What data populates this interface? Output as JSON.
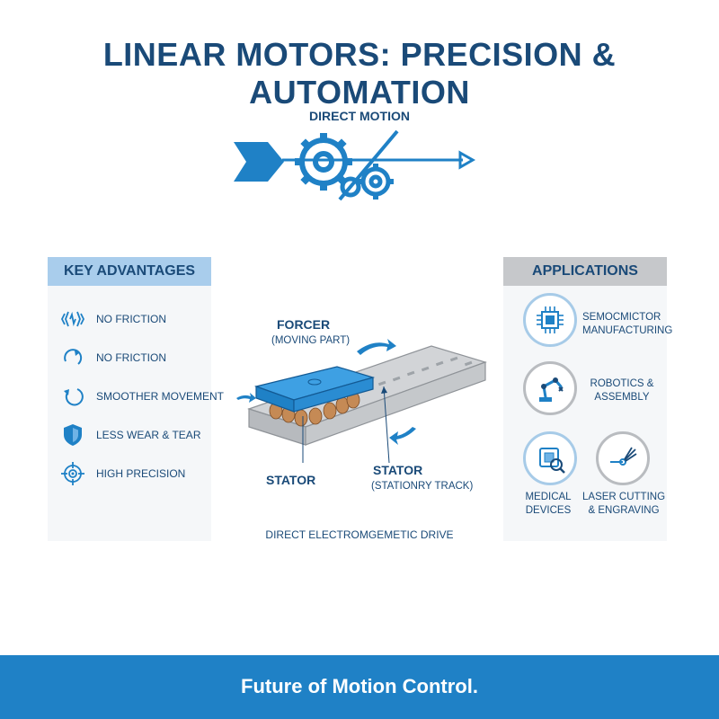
{
  "title": "LINEAR MOTORS: PRECISION & AUTOMATION",
  "hero": {
    "label": "DIRECT MOTION"
  },
  "advantages": {
    "heading": "KEY ADVANTAGES",
    "items": [
      {
        "label": "NO FRICTION",
        "icon": "vibration-icon"
      },
      {
        "label": "NO FRICTION",
        "icon": "refresh-arrow-icon"
      },
      {
        "label": "SMOOTHER MOVEMENT",
        "icon": "return-arrow-icon"
      },
      {
        "label": "LESS WEAR & TEAR",
        "icon": "shield-icon"
      },
      {
        "label": "HIGH PRECISION",
        "icon": "crosshair-target-icon"
      }
    ]
  },
  "diagram": {
    "forcer_label": "FORCER",
    "forcer_sub": "(MOVING PART)",
    "stator_label": "STATOR",
    "stator2_label": "STATOR",
    "stator2_sub": "(STATIONRY TRACK)",
    "caption": "DIRECT ELECTROMGEMETIC DRIVE"
  },
  "applications": {
    "heading": "APPLICATIONS",
    "items": [
      {
        "line1": "SEMOCMICTOR",
        "line2": "MANUFACTURING",
        "icon": "chip-icon"
      },
      {
        "line1": "ROBOTICS &",
        "line2": "ASSEMBLY",
        "icon": "robot-arm-icon"
      },
      {
        "line1": "MEDICAL",
        "line2": "DEVICES",
        "icon": "medical-chip-icon"
      },
      {
        "line1": "LASER CUTTING",
        "line2": "& ENGRAVING",
        "icon": "laser-icon"
      }
    ]
  },
  "footer": {
    "text": "Future of Motion Control."
  },
  "colors": {
    "primary": "#1a4a78",
    "accent": "#1f81c6",
    "light_blue": "#a9cdec",
    "grey": "#c6c8cb"
  }
}
